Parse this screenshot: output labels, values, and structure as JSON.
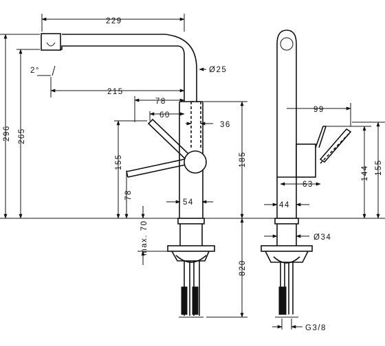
{
  "dimensions": {
    "overall_reach": "229",
    "spout_reach": "215",
    "outlet_angle": "2°",
    "spout_diameter": "Ø25",
    "handle_reach": "78",
    "lever_reach": "60",
    "lever_offset": "36",
    "overall_height": "296",
    "outlet_height": "265",
    "body_height": "185",
    "handle_height": "155",
    "lever_height": "78",
    "base_width_front": "54",
    "max_deck_thickness": "max. 70",
    "installation_depth": "820",
    "side_reach": "99",
    "side_handle_height": "144",
    "side_height": "155",
    "side_offset": "63",
    "base_width_side": "44",
    "shank_diameter": "Ø34",
    "thread": "G3/8"
  }
}
